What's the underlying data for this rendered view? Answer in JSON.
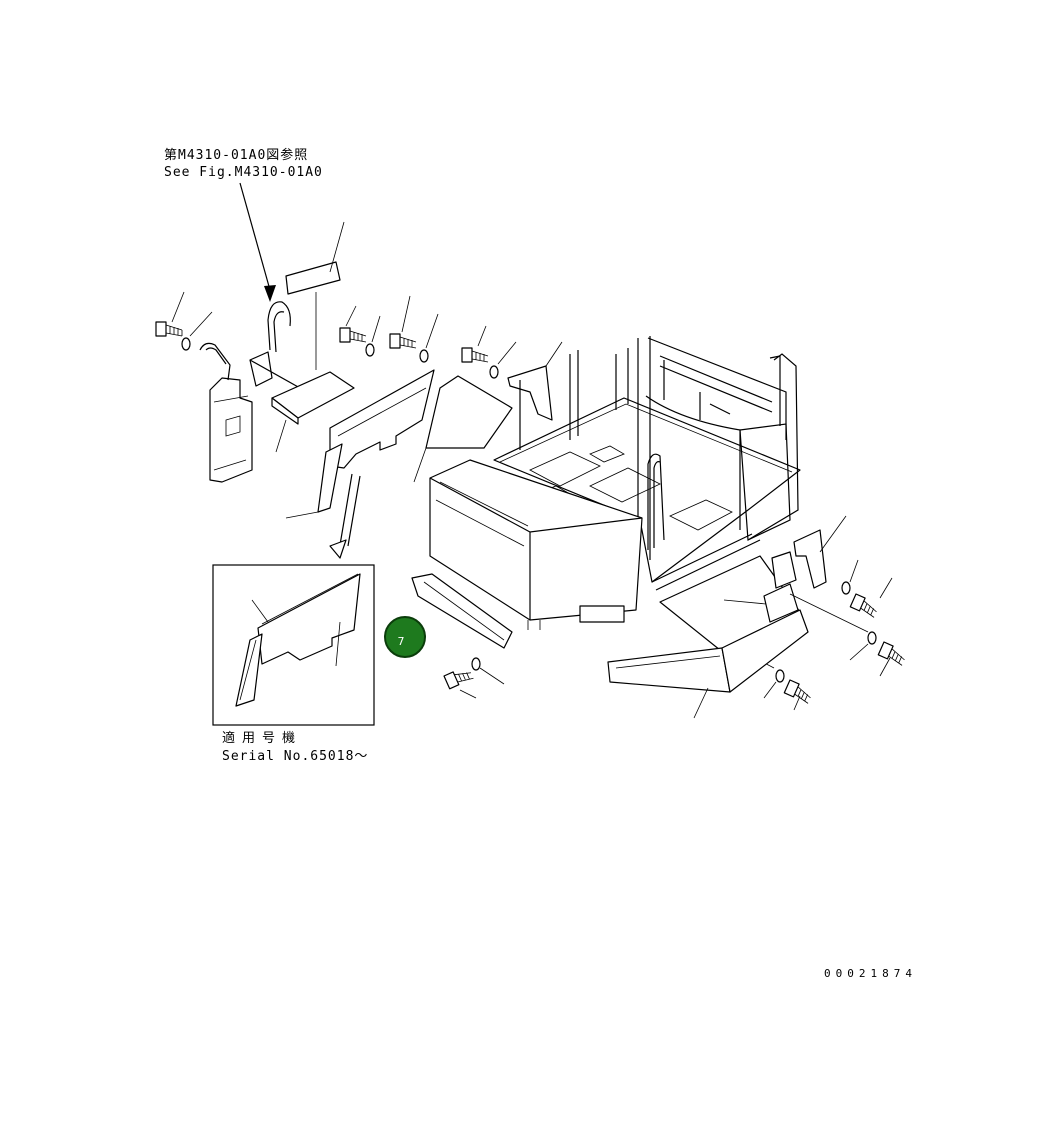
{
  "reference": {
    "japanese": "第M4310-01A0図参照",
    "english": "See Fig.M4310-01A0"
  },
  "serial": {
    "japanese": "適用号機",
    "english": "Serial No.65018～"
  },
  "callout": {
    "number": "7",
    "color": "#1e7a1e"
  },
  "drawing_number": "00021874"
}
